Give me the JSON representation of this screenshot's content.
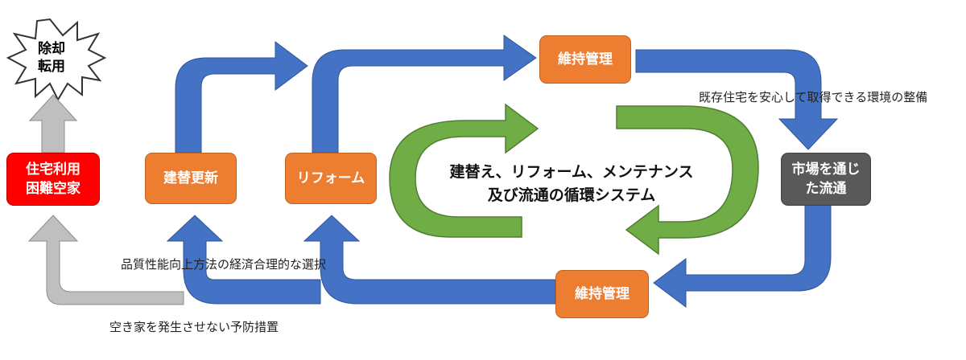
{
  "burst": {
    "line1": "除却",
    "line2": "転用"
  },
  "boxes": {
    "vacant_house": {
      "line1": "住宅利用",
      "line2": "困難空家"
    },
    "rebuild": "建替更新",
    "reform": "リフォーム",
    "maintenance_top": "維持管理",
    "market": {
      "line1": "市場を通じ",
      "line2": "た流通"
    },
    "maintenance_bottom": "維持管理"
  },
  "center_title": {
    "line1": "建替え、リフォーム、メンテナンス",
    "line2": "及び流通の循環システム"
  },
  "labels": {
    "environment": "既存住宅を安心して取得できる環境の整備",
    "quality": "品質性能向上方法の経済合理的な選択",
    "prevention": "空き家を発生させない予防措置"
  },
  "colors": {
    "blue_arrow": "#4472c4",
    "green_arrow": "#70ad47",
    "gray_arrow": "#bfbfbf",
    "orange_box": "#ec7d31",
    "red_box": "#ff0000",
    "dark_box": "#595959"
  }
}
